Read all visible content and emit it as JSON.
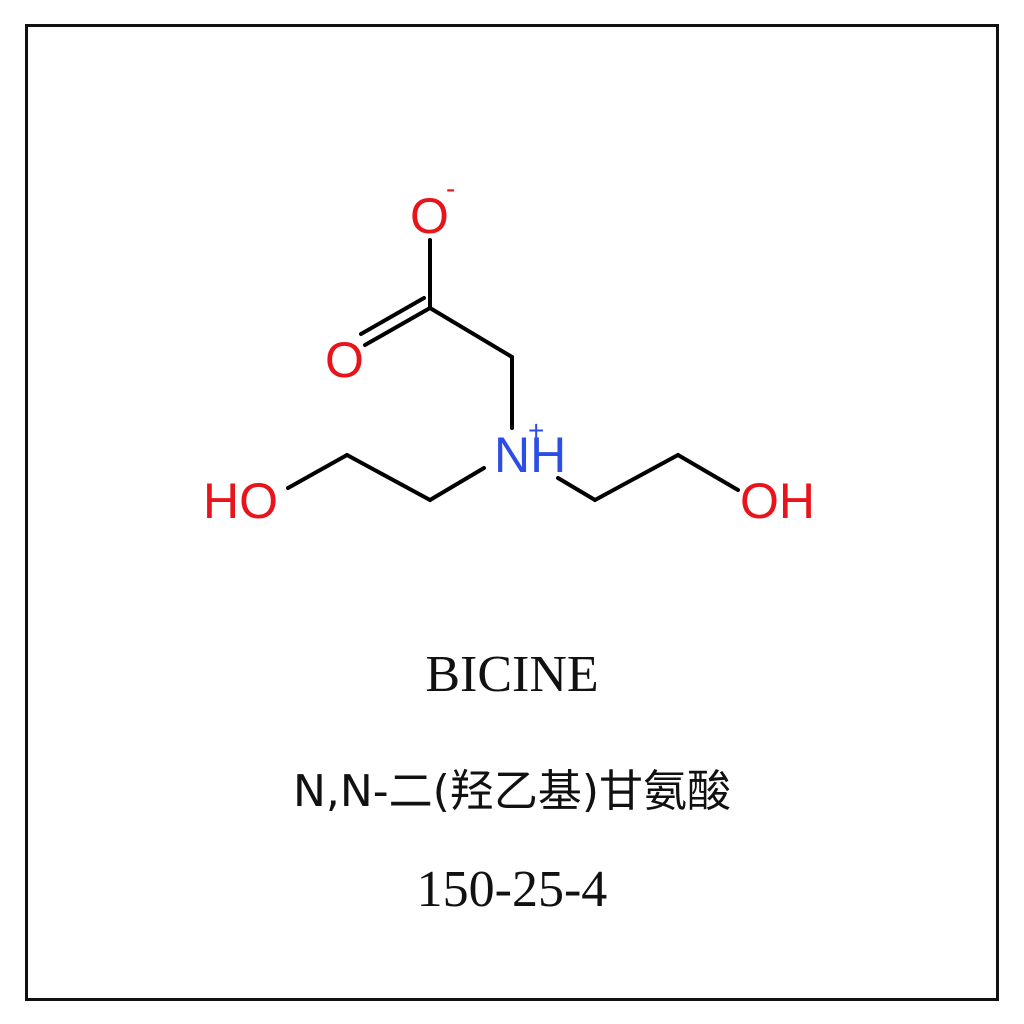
{
  "molecule": {
    "atoms": {
      "o_minus": {
        "label": "O",
        "charge": "-"
      },
      "o_carbonyl": {
        "label": "O"
      },
      "nitrogen": {
        "label": "NH",
        "charge": "+"
      },
      "hydroxyl_left": {
        "label": "HO"
      },
      "hydroxyl_right": {
        "label": "OH"
      }
    },
    "colors": {
      "oxygen": "#e8141c",
      "nitrogen": "#2c4de6",
      "bond": "#000000"
    }
  },
  "captions": {
    "english_name": "BICINE",
    "chinese_name": "N,N-二(羟乙基)甘氨酸",
    "cas_number": "150-25-4"
  }
}
